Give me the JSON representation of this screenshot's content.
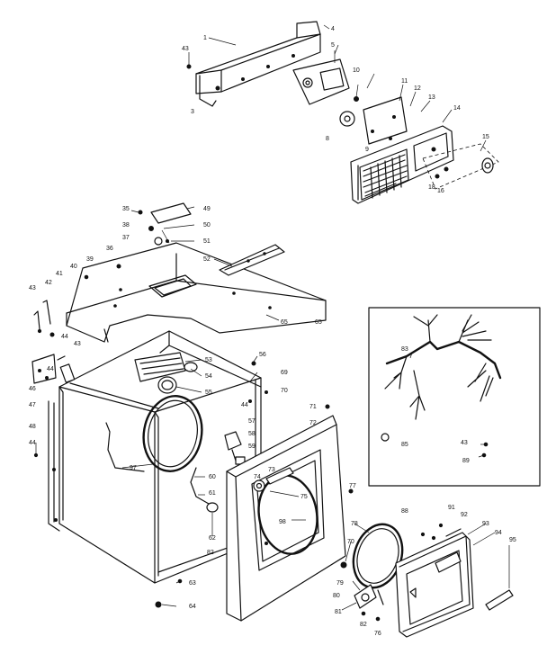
{
  "callouts": [
    {
      "id": "c1",
      "text": "1"
    },
    {
      "id": "c3",
      "text": "3"
    },
    {
      "id": "c4",
      "text": "4"
    },
    {
      "id": "c5",
      "text": "5"
    },
    {
      "id": "c8",
      "text": "8"
    },
    {
      "id": "c9",
      "text": "9"
    },
    {
      "id": "c10",
      "text": "10"
    },
    {
      "id": "c11",
      "text": "11"
    },
    {
      "id": "c12",
      "text": "12"
    },
    {
      "id": "c13",
      "text": "13"
    },
    {
      "id": "c14",
      "text": "14"
    },
    {
      "id": "c15",
      "text": "15"
    },
    {
      "id": "c16",
      "text": "16"
    },
    {
      "id": "c18",
      "text": "18"
    },
    {
      "id": "c35",
      "text": "35"
    },
    {
      "id": "c36",
      "text": "36"
    },
    {
      "id": "c37",
      "text": "37"
    },
    {
      "id": "c38",
      "text": "38"
    },
    {
      "id": "c39",
      "text": "39"
    },
    {
      "id": "c40",
      "text": "40"
    },
    {
      "id": "c41",
      "text": "41"
    },
    {
      "id": "c42",
      "text": "42"
    },
    {
      "id": "c43a",
      "text": "43"
    },
    {
      "id": "c43b",
      "text": "43"
    },
    {
      "id": "c43c",
      "text": "43"
    },
    {
      "id": "c43d",
      "text": "43"
    },
    {
      "id": "c44a",
      "text": "44"
    },
    {
      "id": "c44b",
      "text": "44"
    },
    {
      "id": "c44c",
      "text": "44"
    },
    {
      "id": "c44d",
      "text": "44"
    },
    {
      "id": "c46",
      "text": "46"
    },
    {
      "id": "c47",
      "text": "47"
    },
    {
      "id": "c48",
      "text": "48"
    },
    {
      "id": "c49",
      "text": "49"
    },
    {
      "id": "c50",
      "text": "50"
    },
    {
      "id": "c51",
      "text": "51"
    },
    {
      "id": "c52",
      "text": "52"
    },
    {
      "id": "c53",
      "text": "53"
    },
    {
      "id": "c54",
      "text": "54"
    },
    {
      "id": "c55",
      "text": "55"
    },
    {
      "id": "c56",
      "text": "56"
    },
    {
      "id": "c57",
      "text": "57"
    },
    {
      "id": "c58",
      "text": "58"
    },
    {
      "id": "c59",
      "text": "59"
    },
    {
      "id": "c60",
      "text": "60"
    },
    {
      "id": "c61",
      "text": "61"
    },
    {
      "id": "c62",
      "text": "62"
    },
    {
      "id": "c63",
      "text": "63"
    },
    {
      "id": "c64",
      "text": "64"
    },
    {
      "id": "c65",
      "text": "65"
    },
    {
      "id": "c69",
      "text": "69"
    },
    {
      "id": "c70a",
      "text": "70"
    },
    {
      "id": "c70b",
      "text": "70"
    },
    {
      "id": "c71",
      "text": "71"
    },
    {
      "id": "c72",
      "text": "72"
    },
    {
      "id": "c73",
      "text": "73"
    },
    {
      "id": "c74",
      "text": "74"
    },
    {
      "id": "c75",
      "text": "75"
    },
    {
      "id": "c76",
      "text": "76"
    },
    {
      "id": "c77",
      "text": "77"
    },
    {
      "id": "c78",
      "text": "78"
    },
    {
      "id": "c79",
      "text": "79"
    },
    {
      "id": "c80",
      "text": "80"
    },
    {
      "id": "c81",
      "text": "81"
    },
    {
      "id": "c82a",
      "text": "82"
    },
    {
      "id": "c82b",
      "text": "82"
    },
    {
      "id": "c83",
      "text": "83"
    },
    {
      "id": "c85",
      "text": "85"
    },
    {
      "id": "c88",
      "text": "88"
    },
    {
      "id": "c89",
      "text": "89"
    },
    {
      "id": "c91",
      "text": "91"
    },
    {
      "id": "c92",
      "text": "92"
    },
    {
      "id": "c93",
      "text": "93"
    },
    {
      "id": "c94",
      "text": "94"
    },
    {
      "id": "c95",
      "text": "95"
    },
    {
      "id": "c97",
      "text": "97"
    },
    {
      "id": "c98",
      "text": "98"
    },
    {
      "id": "c65b",
      "text": "65"
    }
  ]
}
